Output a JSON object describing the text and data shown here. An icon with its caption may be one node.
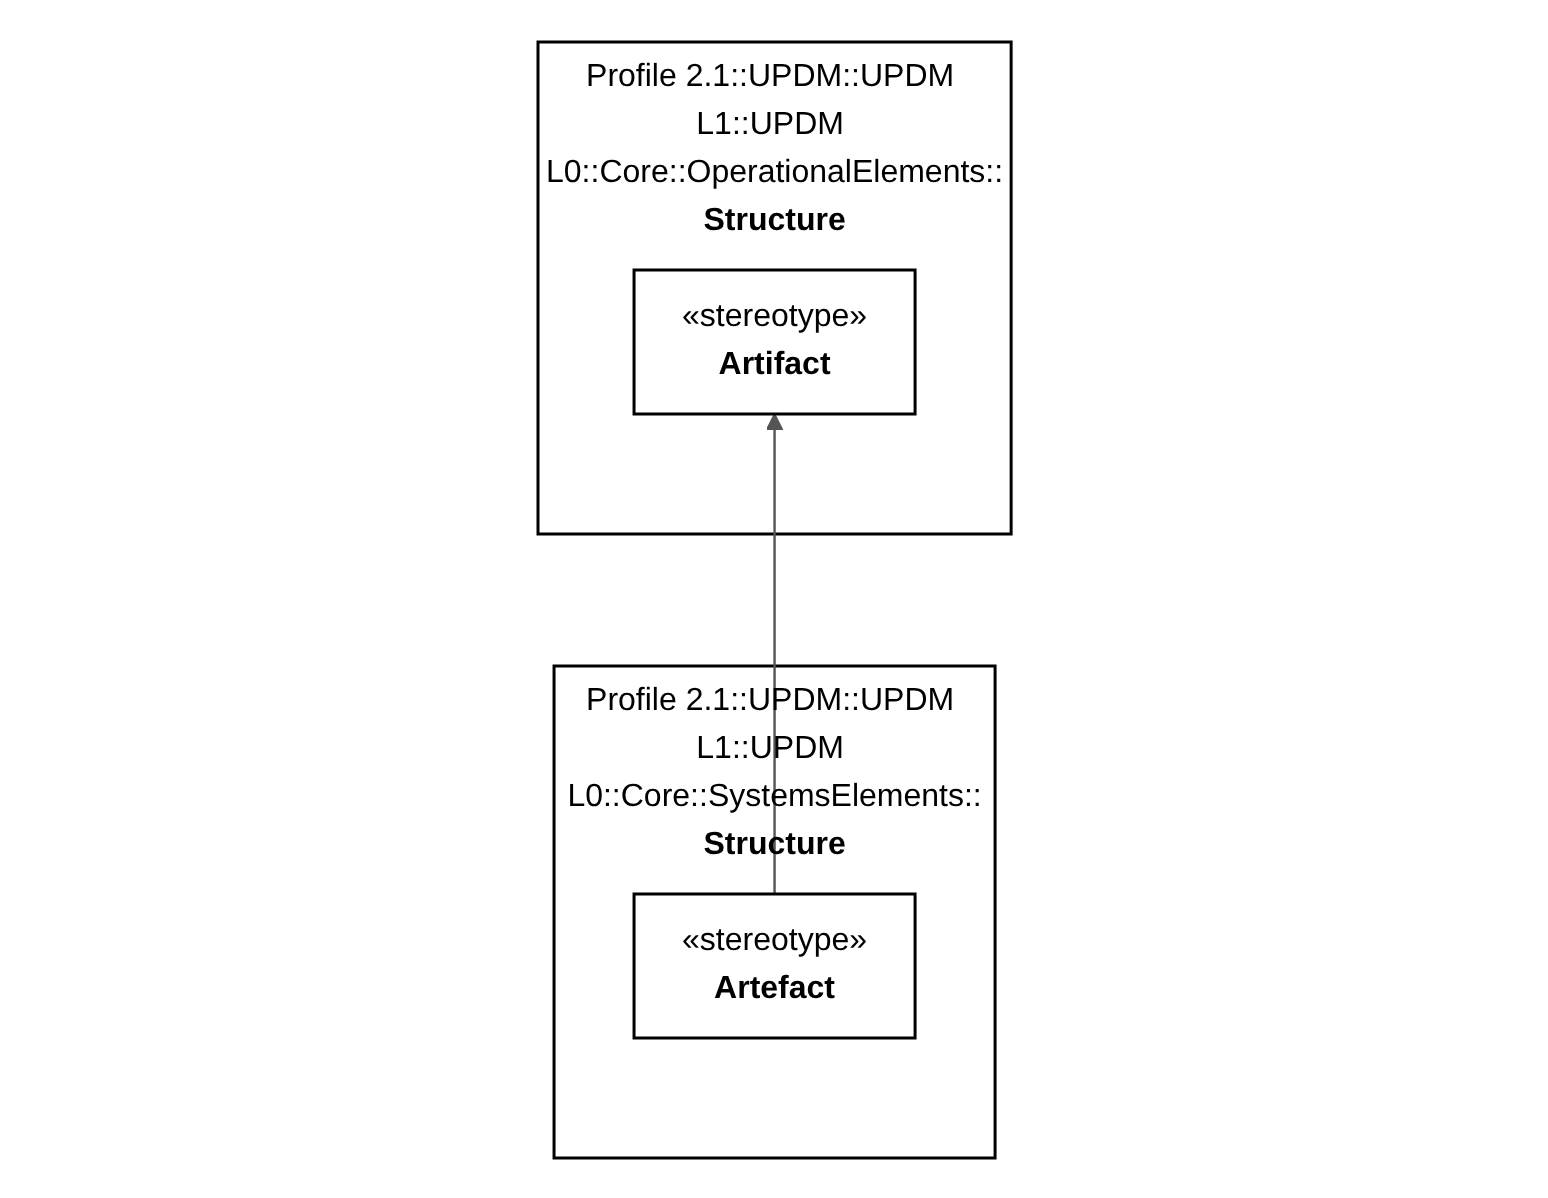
{
  "diagram": {
    "nodes": [
      {
        "text": [
          "Profile 2.1::UPDM::UPDM L1::UPDM L0::Core::OperationalElements::",
          "Structure"
        ]
      },
      {
        "text": [
          "«stereotype»",
          "Artifact"
        ],
        "in": 0
      },
      {
        "text": [
          "Profile 2.1::UPDM::UPDM L1::UPDM L0::Core::SystemsElements::",
          "Structure"
        ]
      },
      {
        "text": [
          "«stereotype»",
          "Artefact"
        ],
        "in": 2
      }
    ],
    "edges": [
      {
        "from": 3,
        "to": 1,
        "arrow": "to"
      }
    ]
  }
}
